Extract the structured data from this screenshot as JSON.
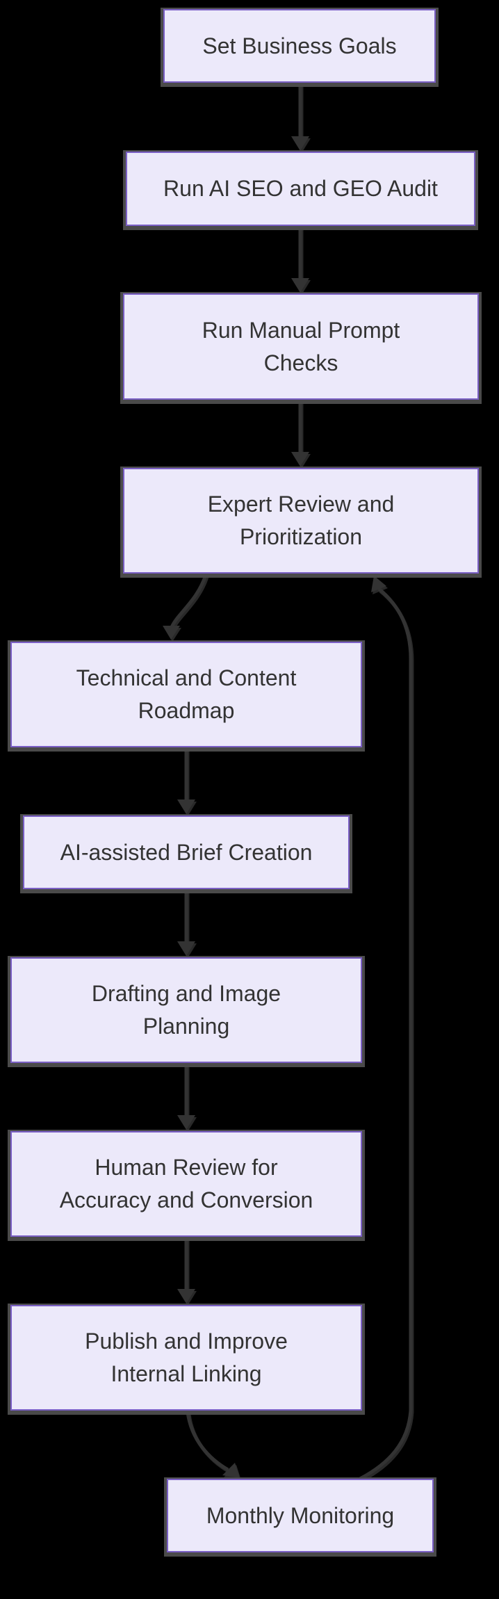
{
  "diagram": {
    "type": "flowchart",
    "direction": "top-down",
    "background_color": "#000000",
    "node_fill_color": "#ECE9FA",
    "node_border_color": "#7A5FC5",
    "node_shadow_color": "#4a4a4a",
    "node_text_color": "#333333",
    "edge_color": "#333333",
    "nodes": [
      {
        "id": "set-business-goals",
        "label": "Set Business Goals"
      },
      {
        "id": "run-ai-seo-geo-audit",
        "label": "Run AI SEO and GEO Audit"
      },
      {
        "id": "run-manual-prompt-checks",
        "label": "Run Manual Prompt\nChecks"
      },
      {
        "id": "expert-review-prioritization",
        "label": "Expert Review and\nPrioritization"
      },
      {
        "id": "technical-content-roadmap",
        "label": "Technical and Content\nRoadmap"
      },
      {
        "id": "ai-assisted-brief-creation",
        "label": "AI-assisted Brief Creation"
      },
      {
        "id": "drafting-image-planning",
        "label": "Drafting and Image\nPlanning"
      },
      {
        "id": "human-review-accuracy-conversion",
        "label": "Human Review for\nAccuracy and Conversion"
      },
      {
        "id": "publish-improve-internal-linking",
        "label": "Publish and Improve\nInternal Linking"
      },
      {
        "id": "monthly-monitoring",
        "label": "Monthly Monitoring"
      }
    ],
    "edges": [
      {
        "from": "Set Business Goals",
        "to": "Run AI SEO and GEO Audit"
      },
      {
        "from": "Run AI SEO and GEO Audit",
        "to": "Run Manual Prompt Checks"
      },
      {
        "from": "Run Manual Prompt Checks",
        "to": "Expert Review and Prioritization"
      },
      {
        "from": "Expert Review and Prioritization",
        "to": "Technical and Content Roadmap"
      },
      {
        "from": "Technical and Content Roadmap",
        "to": "AI-assisted Brief Creation"
      },
      {
        "from": "AI-assisted Brief Creation",
        "to": "Drafting and Image Planning"
      },
      {
        "from": "Drafting and Image Planning",
        "to": "Human Review for Accuracy and Conversion"
      },
      {
        "from": "Human Review for Accuracy and Conversion",
        "to": "Publish and Improve Internal Linking"
      },
      {
        "from": "Publish and Improve Internal Linking",
        "to": "Monthly Monitoring"
      },
      {
        "from": "Monthly Monitoring",
        "to": "Expert Review and Prioritization"
      }
    ]
  }
}
